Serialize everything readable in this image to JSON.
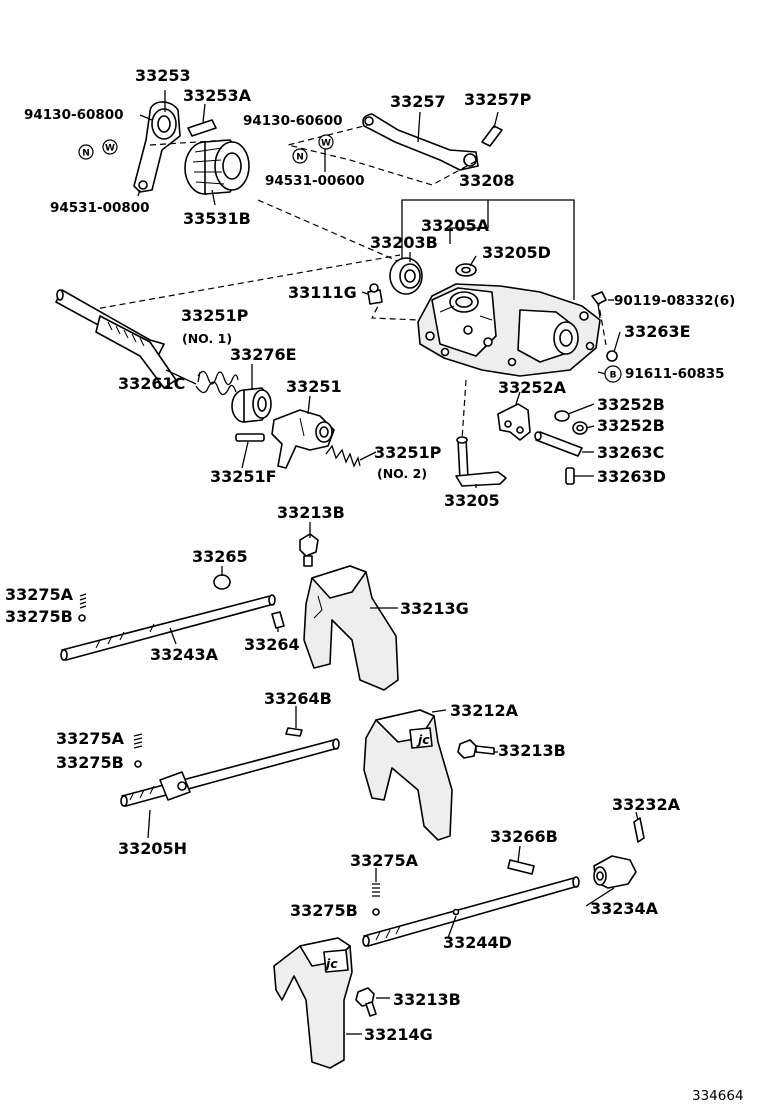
{
  "labels": {
    "p33253": "33253",
    "p33253A": "33253A",
    "p94130_60800": "94130-60800",
    "p94531_00800": "94531-00800",
    "p33531B": "33531B",
    "p33257": "33257",
    "p33257P": "33257P",
    "p94130_60600": "94130-60600",
    "p94531_00600": "94531-00600",
    "p33208": "33208",
    "p33205A": "33205A",
    "p33203B": "33203B",
    "p33205D": "33205D",
    "p33111G": "33111G",
    "p90119_08332": "90119-08332(6)",
    "p33263E": "33263E",
    "p91611_60835": "91611-60835",
    "p33251P_1": "33251P",
    "p33251P_1_note": "(NO. 1)",
    "p33276E": "33276E",
    "p33261C": "33261C",
    "p33251": "33251",
    "p33252A": "33252A",
    "p33252B_1": "33252B",
    "p33252B_2": "33252B",
    "p33263C": "33263C",
    "p33263D": "33263D",
    "p33251F": "33251F",
    "p33251P_2": "33251P",
    "p33251P_2_note": "(NO. 2)",
    "p33205": "33205",
    "p33213B_1": "33213B",
    "p33265": "33265",
    "p33275A_1": "33275A",
    "p33275B_1": "33275B",
    "p33213G": "33213G",
    "p33243A": "33243A",
    "p33264": "33264",
    "p33264B": "33264B",
    "p33212A": "33212A",
    "p33275A_2": "33275A",
    "p33213B_2": "33213B",
    "p33275B_2": "33275B",
    "p33205H": "33205H",
    "p33232A": "33232A",
    "p33266B": "33266B",
    "p33275A_3": "33275A",
    "p33234A": "33234A",
    "p33275B_3": "33275B",
    "p33244D": "33244D",
    "p33213B_3": "33213B",
    "p33214G": "33214G"
  },
  "symbols": {
    "n": "N",
    "w": "W",
    "b": "B"
  },
  "fork_mark": "jc",
  "figure_code": "334664"
}
